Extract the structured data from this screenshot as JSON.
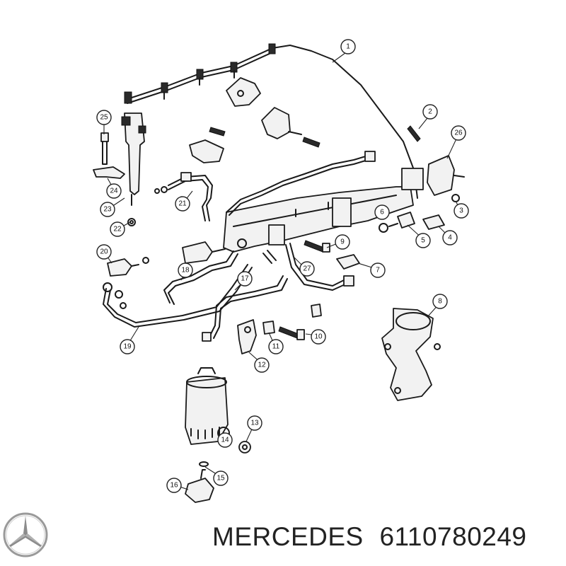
{
  "caption": {
    "brand": "MERCEDES",
    "part_number": "6110780249"
  },
  "logo": {
    "icon": "mercedes-star-icon"
  },
  "callouts": [
    {
      "id": "c1",
      "label": "1"
    },
    {
      "id": "c2",
      "label": "2"
    },
    {
      "id": "c3",
      "label": "3"
    },
    {
      "id": "c4",
      "label": "4"
    },
    {
      "id": "c5",
      "label": "5"
    },
    {
      "id": "c6",
      "label": "6"
    },
    {
      "id": "c7",
      "label": "7"
    },
    {
      "id": "c8",
      "label": "8"
    },
    {
      "id": "c9",
      "label": "9"
    },
    {
      "id": "c10",
      "label": "10"
    },
    {
      "id": "c11",
      "label": "11"
    },
    {
      "id": "c12",
      "label": "12"
    },
    {
      "id": "c13",
      "label": "13"
    },
    {
      "id": "c14",
      "label": "14"
    },
    {
      "id": "c15",
      "label": "15"
    },
    {
      "id": "c16",
      "label": "16"
    },
    {
      "id": "c17",
      "label": "17"
    },
    {
      "id": "c18",
      "label": "18"
    },
    {
      "id": "c19",
      "label": "19"
    },
    {
      "id": "c20",
      "label": "20"
    },
    {
      "id": "c21",
      "label": "21"
    },
    {
      "id": "c22",
      "label": "22"
    },
    {
      "id": "c23",
      "label": "23"
    },
    {
      "id": "c24",
      "label": "24"
    },
    {
      "id": "c25",
      "label": "25"
    },
    {
      "id": "c26",
      "label": "26"
    },
    {
      "id": "c27",
      "label": "27"
    }
  ]
}
